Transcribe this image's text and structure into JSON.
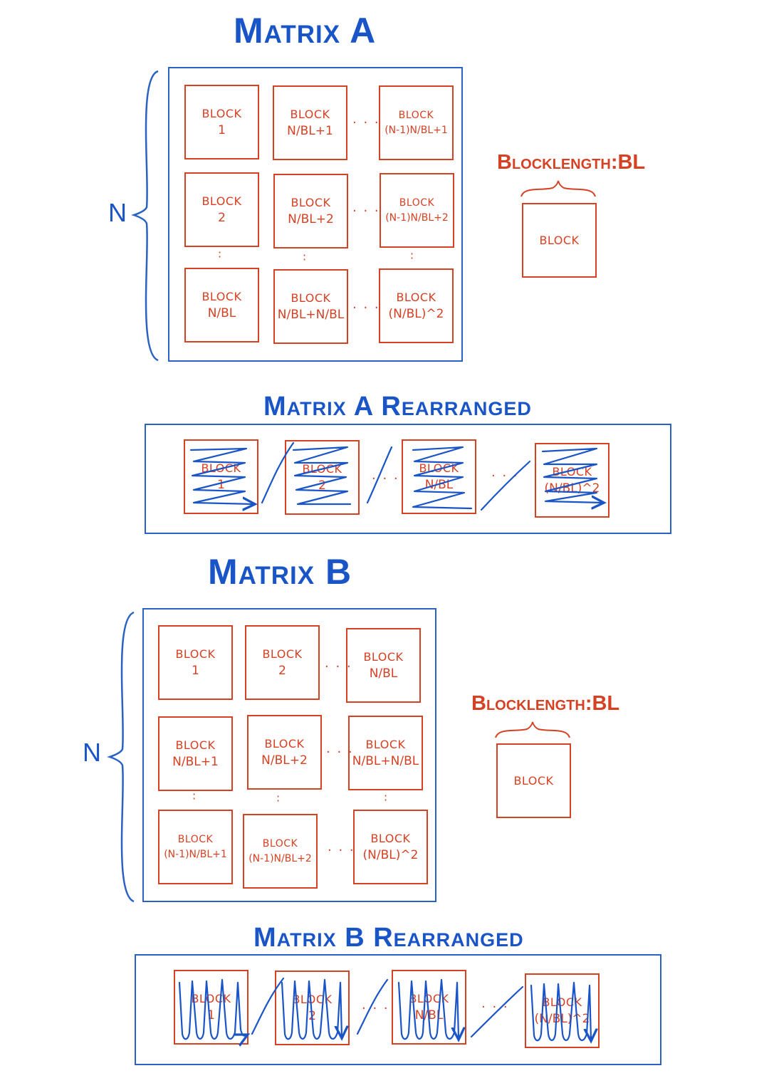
{
  "colors": {
    "blue": "#1a55c8",
    "red": "#d64124"
  },
  "matrixA": {
    "title": "Matrix A",
    "n_label": "N",
    "blocks": [
      {
        "l1": "BLOCK",
        "l2": "1"
      },
      {
        "l1": "BLOCK",
        "l2": "N/BL+1"
      },
      {
        "l1": "BLOCK",
        "l2": "(N-1)N/BL+1"
      },
      {
        "l1": "BLOCK",
        "l2": "2"
      },
      {
        "l1": "BLOCK",
        "l2": "N/BL+2"
      },
      {
        "l1": "BLOCK",
        "l2": "(N-1)N/BL+2"
      },
      {
        "l1": "BLOCK",
        "l2": "N/BL"
      },
      {
        "l1": "BLOCK",
        "l2": "N/BL+N/BL"
      },
      {
        "l1": "BLOCK",
        "l2": "(N/BL)^2"
      }
    ],
    "blocklength_caption": "Blocklength:BL",
    "sample_block": "BLOCK"
  },
  "matrixA_rearranged": {
    "title": "Matrix A Rearranged",
    "blocks": [
      {
        "l1": "BLOCK",
        "l2": "1"
      },
      {
        "l1": "BLOCK",
        "l2": "2"
      },
      {
        "l1": "BLOCK",
        "l2": "N/BL"
      },
      {
        "l1": "BLOCK",
        "l2": "(N/BL)^2"
      }
    ]
  },
  "matrixB": {
    "title": "Matrix B",
    "n_label": "N",
    "blocks": [
      {
        "l1": "BLOCK",
        "l2": "1"
      },
      {
        "l1": "BLOCK",
        "l2": "2"
      },
      {
        "l1": "BLOCK",
        "l2": "N/BL"
      },
      {
        "l1": "BLOCK",
        "l2": "N/BL+1"
      },
      {
        "l1": "BLOCK",
        "l2": "N/BL+2"
      },
      {
        "l1": "BLOCK",
        "l2": "N/BL+N/BL"
      },
      {
        "l1": "BLOCK",
        "l2": "(N-1)N/BL+1"
      },
      {
        "l1": "BLOCK",
        "l2": "(N-1)N/BL+2"
      },
      {
        "l1": "BLOCK",
        "l2": "(N/BL)^2"
      }
    ],
    "blocklength_caption": "Blocklength:BL",
    "sample_block": "BLOCK"
  },
  "matrixB_rearranged": {
    "title": "Matrix B Rearranged",
    "blocks": [
      {
        "l1": "BLOCK",
        "l2": "1"
      },
      {
        "l1": "BLOCK",
        "l2": "2"
      },
      {
        "l1": "BLOCK",
        "l2": "N/BL"
      },
      {
        "l1": "BLOCK",
        "l2": "(N/BL)^2"
      }
    ]
  },
  "ellipsis": "· · ·"
}
